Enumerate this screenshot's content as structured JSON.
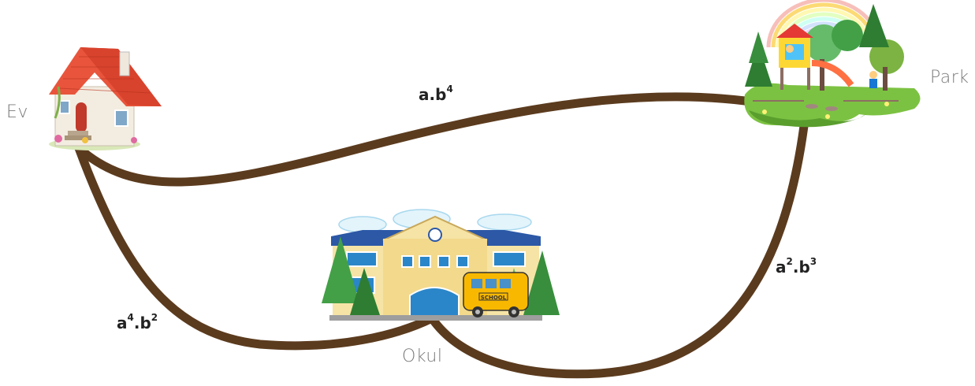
{
  "places": {
    "ev": "Ev",
    "park": "Park",
    "okul": "Okul"
  },
  "edges": {
    "ev_park": {
      "base1": "a",
      "sep": ".",
      "base2": "b",
      "exp2": "4"
    },
    "ev_okul": {
      "base1": "a",
      "exp1": "4",
      "sep": ".",
      "base2": "b",
      "exp2": "2"
    },
    "okul_park": {
      "base1": "a",
      "exp1": "2",
      "sep": ".",
      "base2": "b",
      "exp2": "3"
    }
  },
  "school_sign": "SCHOOL",
  "colors": {
    "road": "#5b3b1e",
    "label_gray": "#7a7a7a"
  }
}
